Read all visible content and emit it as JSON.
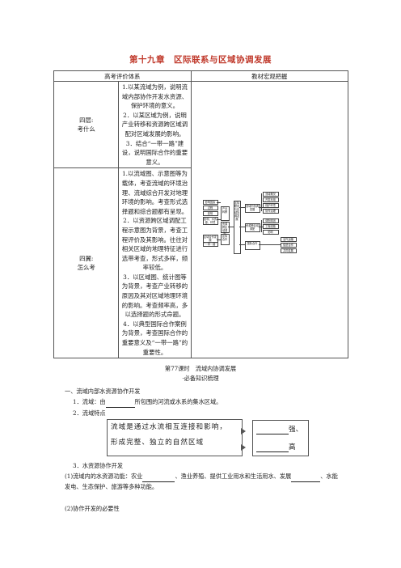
{
  "title": "第十九章　区际联系与区域协调发展",
  "table": {
    "head_left": "高考评价体系",
    "head_right": "教材宏观把握",
    "rows": [
      {
        "layer1": "四层:",
        "layer2": "考什么",
        "items": [
          "1.以某流域为例，说明流域内部协作开发水资源、保护环境的意义。",
          "2．以某区域为例，说明产业转移和资源跨区域调配对区域发展的影响。",
          "3．结合“一带一路”建设，说明国际合作的重要意义。"
        ]
      },
      {
        "layer1": "四翼:",
        "layer2": "怎么考",
        "items": [
          "1.以流域图、示意图等为载体，考查流域的环境治理、流域综合开发对地理环境的影响。考查形式选择题和综合题都有呈现。",
          "2．以资源跨区域调配工程示意图为背景，考查工程评价及其影响。往往对相关区域的地理特征进行选带考查，形式多样，频率较低。",
          "3．以区域图、统计图等为背景，考查产业转移的原因及其对区域地理环境的影响。考查频率高，多以选择题的形式命题。",
          "4．以典型国际合作案例为背景，考查国际合作的重要意义及“一带一路”的重要性。"
        ]
      }
    ]
  },
  "diagram": {
    "left_top": [
      "影响因素",
      "过程",
      "影响",
      "影响、水资源、环境"
    ],
    "left_bottom": [
      "区域合作发展",
      "“一带一路”"
    ],
    "mid": [
      "产业转移",
      "资源跨区域调配",
      "区际合作"
    ],
    "center": "区际联系与区域协调发展",
    "right_mid": [
      "流域内协调发展",
      "资源跨区域调配",
      "国际合作"
    ],
    "right_top": [
      "流域概况",
      "开发利用",
      "保护环境",
      "协作治理"
    ],
    "right_bottom": [
      "调配原因",
      "工程线路",
      "影响"
    ],
    "far_right": [
      "油气运输",
      "促进合作",
      "共同发展"
    ]
  },
  "section": {
    "lesson": "第77课时　流域内协调发展",
    "sub": "·必备知识梳理",
    "h1": "一、流域内部水资源协作开发",
    "p1_pre": "1．流域：由",
    "p1_post": "所包围的河流或水系的集水区域。",
    "p2": "2．流域特点",
    "flow_box": [
      "流域是通过水流相互连接和影响，",
      "形成完整、独立的自然区域"
    ],
    "flow_right": [
      "强、",
      "高"
    ],
    "p3": "3．水资源协作开发",
    "p4_pre": "(1)流域内的水资源功能：农业",
    "p4_mid": "、渔业养殖、提供工业用水和生活用水、发展",
    "p4_post": "、水能发电、生态保护、旅游等多种功能。",
    "p5": "(2)协作开发的必要性"
  }
}
